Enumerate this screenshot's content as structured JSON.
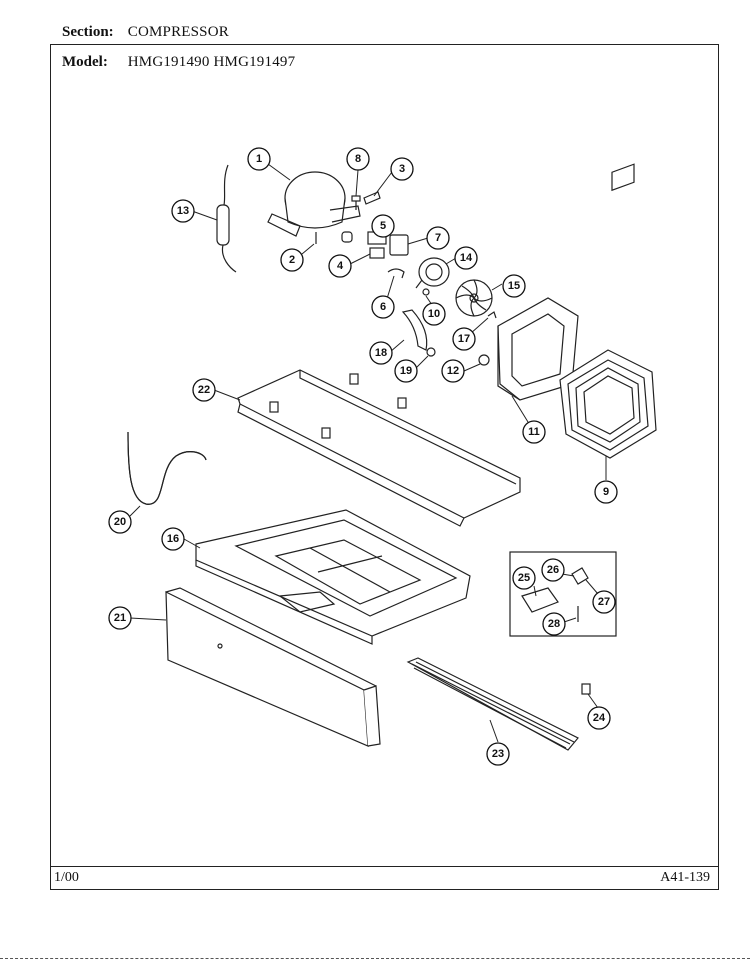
{
  "header": {
    "section_label": "Section:",
    "section_value": "COMPRESSOR",
    "model_label": "Model:",
    "model_value": "HMG191490 HMG191497"
  },
  "footer": {
    "date_code": "1/00",
    "page_code": "A41-139"
  },
  "callouts": [
    "1",
    "2",
    "3",
    "4",
    "5",
    "6",
    "7",
    "8",
    "9",
    "10",
    "11",
    "12",
    "13",
    "14",
    "15",
    "16",
    "17",
    "18",
    "19",
    "20",
    "21",
    "22",
    "23",
    "24",
    "25",
    "26",
    "27",
    "28"
  ]
}
